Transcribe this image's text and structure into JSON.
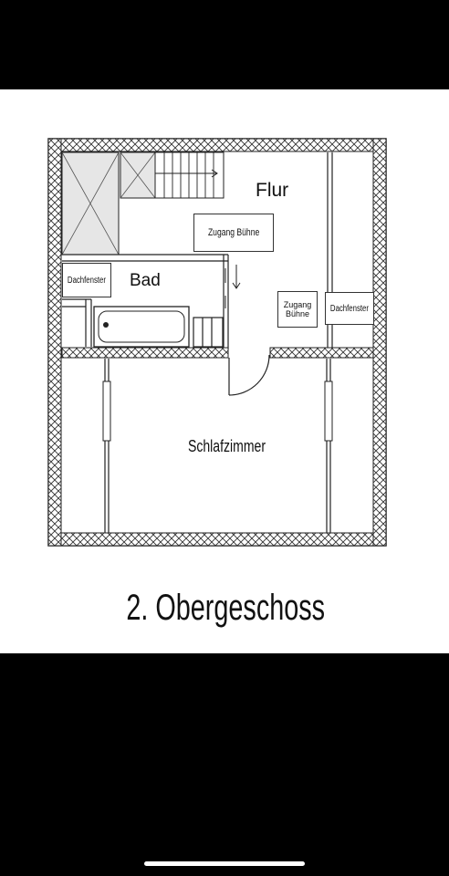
{
  "plan": {
    "title": "2. Obergeschoss",
    "rooms": {
      "flur": "Flur",
      "bad": "Bad",
      "schlafzimmer": "Schlafzimmer"
    },
    "labels": {
      "zugang_buehne_top": "Zugang Bühne",
      "zugang_buehne_small_line1": "Zugang",
      "zugang_buehne_small_line2": "Bühne",
      "dachfenster_left": "Dachfenster",
      "dachfenster_right": "Dachfenster"
    },
    "colors": {
      "wall_stroke": "#222222",
      "page_background": "#ffffff",
      "frame_background": "#000000"
    }
  }
}
